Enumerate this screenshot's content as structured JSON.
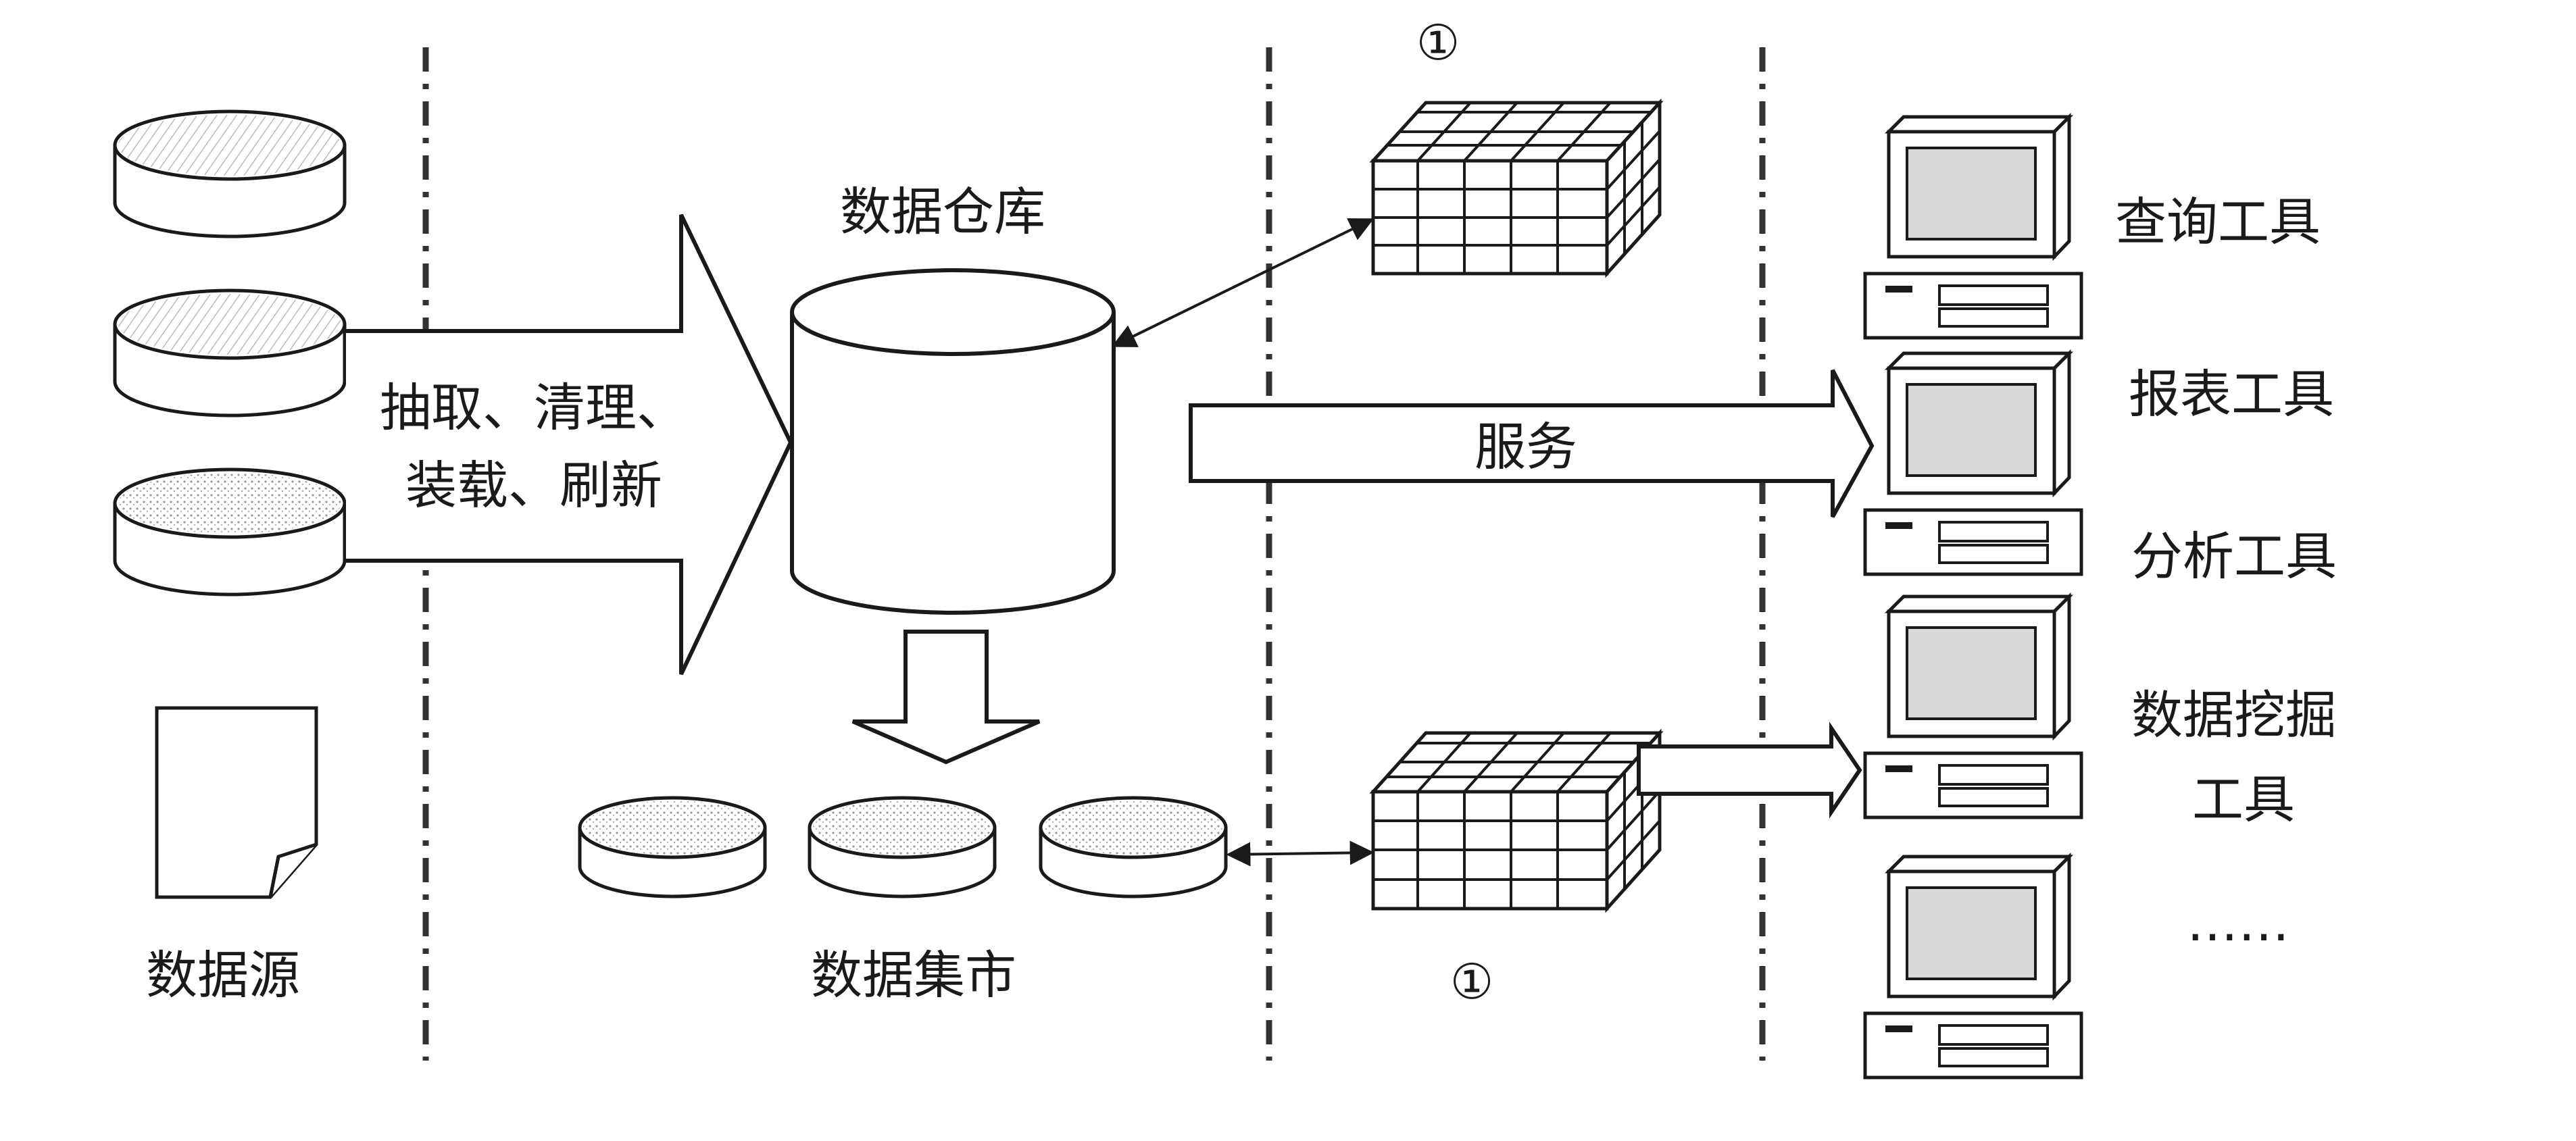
{
  "labels": {
    "source": "数据源",
    "etl_line1": "抽取、清理、",
    "etl_line2": "装载、刷新",
    "warehouse": "数据仓库",
    "marts": "数据集市",
    "service": "服务",
    "olap_marker_top": "①",
    "olap_marker_bottom": "①",
    "tool_query": "查询工具",
    "tool_report": "报表工具",
    "tool_analysis": "分析工具",
    "tool_mining_line1": "数据挖掘",
    "tool_mining_line2": "工具",
    "tool_more": "……"
  },
  "colors": {
    "ink": "#1a1a1a",
    "paper": "#ffffff",
    "screen": "#d9d9d9",
    "hatch": "#b8b8b8"
  }
}
